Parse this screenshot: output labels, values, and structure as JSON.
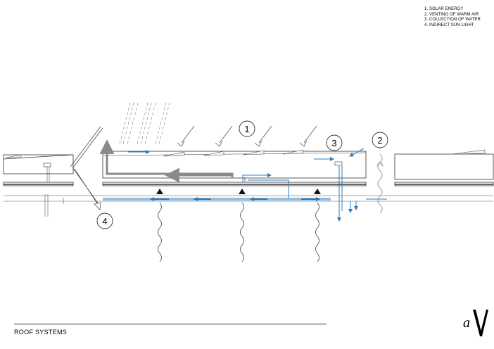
{
  "legend": [
    "1. SOLAR ENERGY",
    "2. VENTING OF WARM AIR",
    "3. COLLECTION OF WATER",
    "4. INDIRECT SUN LIGHT"
  ],
  "callouts": [
    "1",
    "2",
    "3",
    "4"
  ],
  "footer": {
    "title": "ROOF SYSTEMS"
  },
  "logo": {
    "text": "a"
  },
  "colors": {
    "water": "#2b7bc0",
    "warm_air": "#8a8a8a",
    "line": "#333333"
  }
}
